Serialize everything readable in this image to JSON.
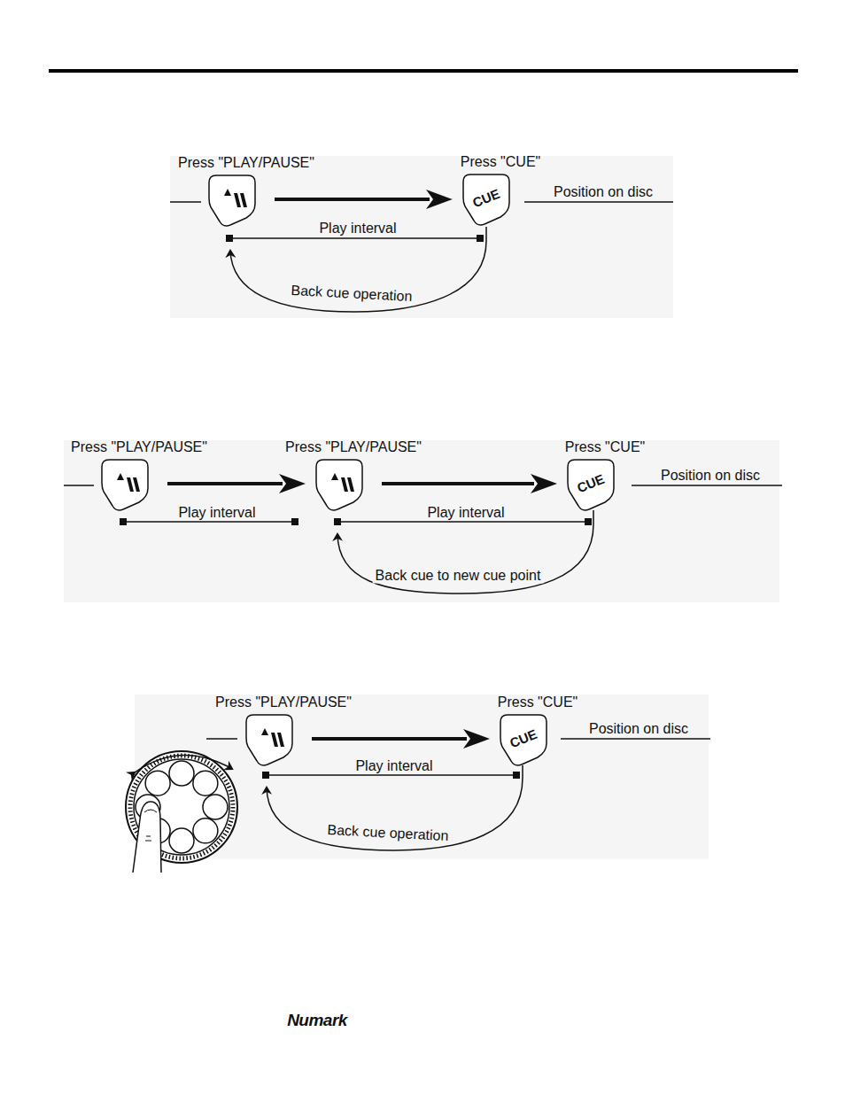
{
  "diagram": {
    "nodes": [
      {
        "text": [
          "Press \"PLAY/PAUSE\""
        ]
      },
      {
        "text": [
          "Press \"CUE\"",
          "CUE"
        ]
      },
      {
        "text": [
          "Press \"PLAY/PAUSE\""
        ]
      },
      {
        "text": [
          "Press \"PLAY/PAUSE\""
        ]
      },
      {
        "text": [
          "Press \"CUE\"",
          "CUE"
        ]
      },
      {
        "text": [
          "Press \"PLAY/PAUSE\""
        ]
      },
      {
        "text": [
          "Press \"CUE\"",
          "CUE"
        ]
      }
    ],
    "edges": [
      {
        "from": 0,
        "to": 1,
        "arrow": "to"
      },
      {
        "from": 2,
        "to": 3,
        "arrow": "to"
      },
      {
        "from": 3,
        "to": 4,
        "arrow": "to"
      },
      {
        "from": 5,
        "to": 6,
        "arrow": "to"
      }
    ],
    "labels": [
      "Position on disc",
      "Play interval",
      "Back cue operation",
      "Position on disc",
      "Play interval",
      "Play interval",
      "Back cue to new cue point",
      "Position on disc",
      "Play interval",
      "Back cue operation",
      "Numark"
    ]
  }
}
